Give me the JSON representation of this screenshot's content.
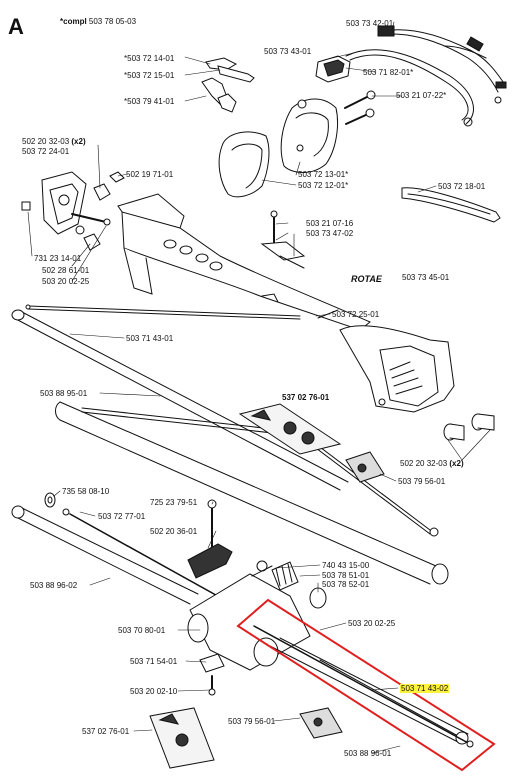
{
  "section_letter": "A",
  "compl": {
    "star_label": "*compl",
    "part": "503 78 05-03"
  },
  "logo_text": "ROTAE",
  "highlight_color": "#fff23a",
  "callout_color": "#e02020",
  "labels": {
    "p503734201": "503 73 42-01",
    "p503734301": "503 73 43-01",
    "p503721401": "*503 72 14-01",
    "p503721501": "*503 72 15-01",
    "p503718201": "503 71 82-01*",
    "p502210722": "503 21 07-22*",
    "p503794101": "*503 79 41-01",
    "p502203203a": "502 20 32-03",
    "p502203203a_qty": "(x2)",
    "p503722401": "503 72 24-01",
    "p502197101": "502 19 71-01",
    "p503721301": "503 72 13-01*",
    "p503721201": "503 72 12-01*",
    "p503721801": "503 72 18-01",
    "p503210716": "503 21 07-16",
    "p503734702": "503 73 47-02",
    "p731231401": "731 23 14-01",
    "p502286101": "502 28 61-01",
    "p503200225a": "503 20 02-25",
    "p503734501": "503 73 45-01",
    "p503722501": "503 72 25-01",
    "p503714301": "503 71 43-01",
    "p503889501": "503 88 95-01",
    "p537027601a": "537 02 76-01",
    "p502203203b": "502 20 32-03",
    "p502203203b_qty": "(x2)",
    "p503795601a": "503 79 56-01",
    "p735580810": "735 58 08-10",
    "p725237951": "725 23 79-51",
    "p503727701": "503 72 77-01",
    "p502203601": "502 20 36-01",
    "p740431500": "740 43 15-00",
    "p503785101": "503 78 51-01",
    "p503785201": "503 78 52-01",
    "p503889602": "503 88 96-02",
    "p503708001": "503 70 80-01",
    "p503200225b": "503 20 02-25",
    "p503715401": "503 71 54-01",
    "p503714302": "503 71 43-02",
    "p503200210": "503 20 02-10",
    "p503795601b": "503 79 56-01",
    "p537027601b": "537 02 76-01",
    "p503889601": "503 88 96-01"
  }
}
